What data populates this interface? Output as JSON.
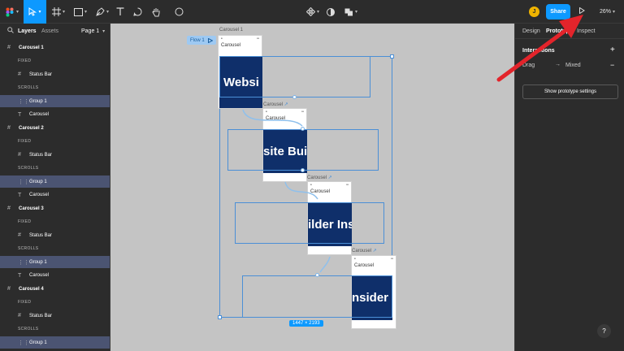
{
  "toolbar": {
    "menu_icon": "figma-menu-icon",
    "caret": "▾",
    "zoom": "26%",
    "share_label": "Share",
    "avatar_initial": "J"
  },
  "layers_panel": {
    "tab_layers": "Layers",
    "tab_assets": "Assets",
    "page": "Page 1",
    "rows": [
      {
        "type": "frame",
        "label": "Carousel 1"
      },
      {
        "type": "section",
        "label": "FIXED"
      },
      {
        "type": "item",
        "label": "Status Bar"
      },
      {
        "type": "section",
        "label": "SCROLLS"
      },
      {
        "type": "group",
        "label": "Group 1",
        "selected": true
      },
      {
        "type": "text",
        "label": "Carousel"
      },
      {
        "type": "frame",
        "label": "Carousel 2"
      },
      {
        "type": "section",
        "label": "FIXED"
      },
      {
        "type": "item",
        "label": "Status Bar"
      },
      {
        "type": "section",
        "label": "SCROLLS"
      },
      {
        "type": "group",
        "label": "Group 1",
        "selected": true
      },
      {
        "type": "text",
        "label": "Carousel"
      },
      {
        "type": "frame",
        "label": "Carousel 3"
      },
      {
        "type": "section",
        "label": "FIXED"
      },
      {
        "type": "item",
        "label": "Status Bar"
      },
      {
        "type": "section",
        "label": "SCROLLS"
      },
      {
        "type": "group",
        "label": "Group 1",
        "selected": true
      },
      {
        "type": "text",
        "label": "Carousel"
      },
      {
        "type": "frame",
        "label": "Carousel 4"
      },
      {
        "type": "section",
        "label": "FIXED"
      },
      {
        "type": "item",
        "label": "Status Bar"
      },
      {
        "type": "section",
        "label": "SCROLLS"
      },
      {
        "type": "group",
        "label": "Group 1",
        "selected": true
      }
    ]
  },
  "right_panel": {
    "tab_design": "Design",
    "tab_prototype": "Prototype",
    "tab_inspect": "Inspect",
    "interactions_title": "Interactions",
    "add": "+",
    "minus": "−",
    "trigger": "Drag",
    "arrow": "→",
    "action": "Mixed",
    "proto_settings": "Show prototype settings"
  },
  "canvas": {
    "frame_label": "Carousel 1",
    "flow_label": "Flow 1",
    "phone_title": "Carousel",
    "frame_labels": [
      "Carousel",
      "Carousel",
      "Carousel"
    ],
    "banner_texts": [
      "Websi",
      "site Buil",
      "ilder Ins",
      "nsider"
    ],
    "dims": "1447 × 2193"
  },
  "help": "?"
}
